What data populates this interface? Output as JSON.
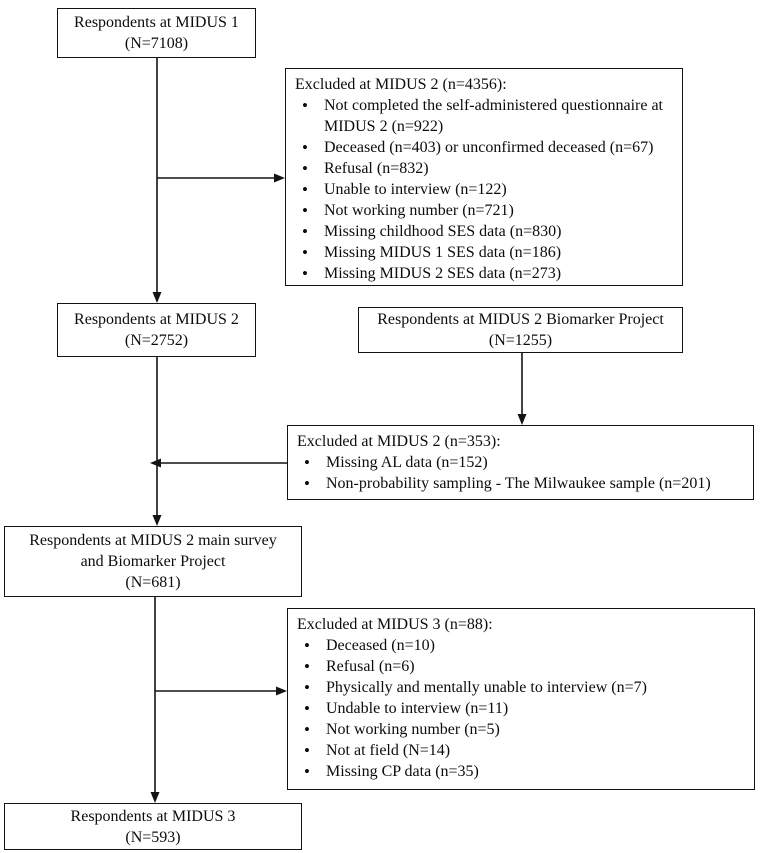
{
  "diagram": {
    "boxes": {
      "midus1": {
        "line1": "Respondents at MIDUS 1",
        "line2": "(N=7108)"
      },
      "excluded_midus2": {
        "header": "Excluded at MIDUS 2 (n=4356):",
        "items": [
          "Not completed the self-administered questionnaire at MIDUS 2 (n=922)",
          "Deceased (n=403) or unconfirmed deceased (n=67)",
          "Refusal (n=832)",
          "Unable to interview (n=122)",
          "Not working number (n=721)",
          "Missing childhood SES data (n=830)",
          "Missing MIDUS 1 SES data (n=186)",
          "Missing MIDUS 2 SES data (n=273)"
        ]
      },
      "midus2": {
        "line1": "Respondents at MIDUS 2",
        "line2": "(N=2752)"
      },
      "biomarker": {
        "line1": "Respondents at MIDUS 2 Biomarker Project",
        "line2": "(N=1255)"
      },
      "excluded_biomarker": {
        "header": "Excluded at MIDUS 2 (n=353):",
        "items": [
          "Missing AL data (n=152)",
          "Non-probability sampling - The Milwaukee sample (n=201)"
        ]
      },
      "midus2_main_biomarker": {
        "line1": "Respondents at MIDUS 2 main survey",
        "line2": "and Biomarker Project",
        "line3": "(N=681)"
      },
      "excluded_midus3": {
        "header": "Excluded at MIDUS 3 (n=88):",
        "items": [
          "Deceased (n=10)",
          "Refusal (n=6)",
          "Physically and mentally unable to interview (n=7)",
          "Undable to interview (n=11)",
          "Not working number (n=5)",
          "Not at field (N=14)",
          "Missing CP data (n=35)"
        ]
      },
      "midus3": {
        "line1": "Respondents at MIDUS 3",
        "line2": "(N=593)"
      }
    },
    "edges": [
      {
        "from": "midus1",
        "to": "midus2"
      },
      {
        "from": "midus1",
        "to": "excluded_midus2"
      },
      {
        "from": "biomarker",
        "to": "excluded_biomarker"
      },
      {
        "from": "excluded_biomarker",
        "to": "midus2_flow"
      },
      {
        "from": "midus2",
        "to": "midus2_main_biomarker"
      },
      {
        "from": "midus2_main_biomarker",
        "to": "excluded_midus3"
      },
      {
        "from": "midus2_main_biomarker",
        "to": "midus3"
      }
    ],
    "colors": {
      "line": "#141414",
      "background": "#ffffff",
      "text": "#0c0c0c"
    }
  }
}
